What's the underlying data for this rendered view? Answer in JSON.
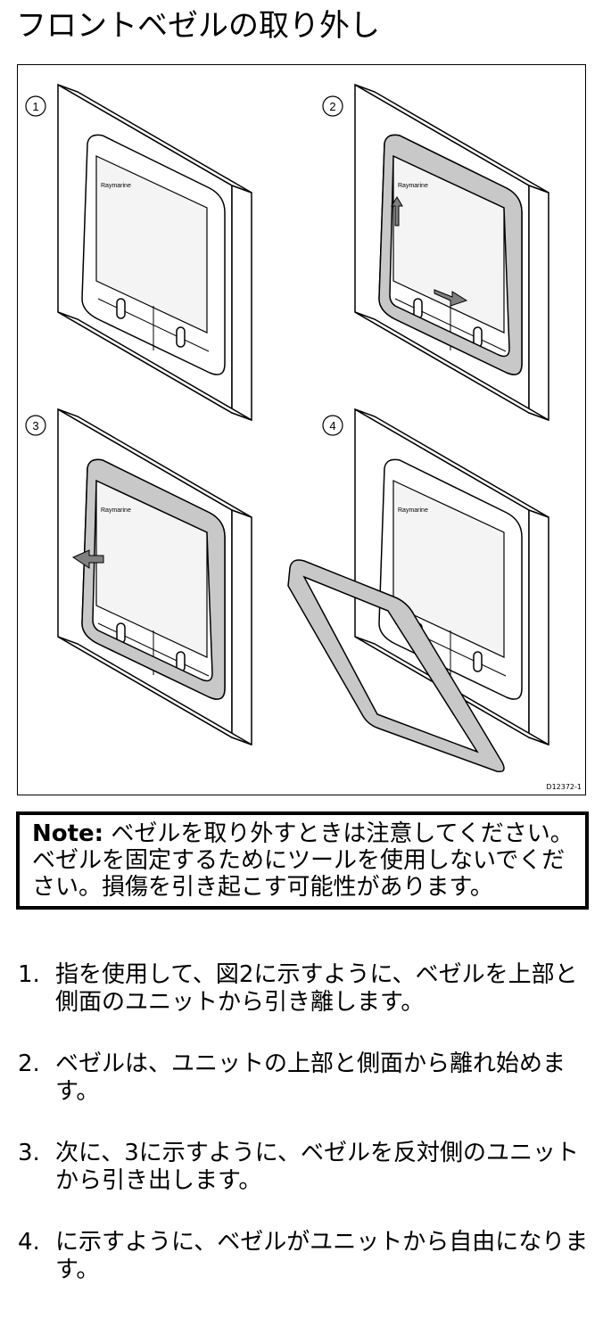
{
  "title": "フロントベゼルの取り外し",
  "figure": {
    "panel_labels": [
      "1",
      "2",
      "3",
      "4"
    ],
    "brand_label": "Raymarine",
    "figure_id": "D12372-1"
  },
  "note": {
    "label": "Note:",
    "text": "ベゼルを取り外すときは注意してください。 ベゼルを固定するためにツールを使用しないでください。損傷を引き起こす可能性があります。"
  },
  "steps": [
    {
      "number": "1.",
      "text": "指を使用して、図2に示すように、ベゼルを上部と側面のユニットから引き離します。"
    },
    {
      "number": "2.",
      "text": "ベゼルは、ユニットの上部と側面から離れ始めます。"
    },
    {
      "number": "3.",
      "text": "次に、3に示すように、ベゼルを反対側のユニットから引き出します。"
    },
    {
      "number": "4.",
      "text": "に示すように、ベゼルがユニットから自由になります。"
    }
  ]
}
